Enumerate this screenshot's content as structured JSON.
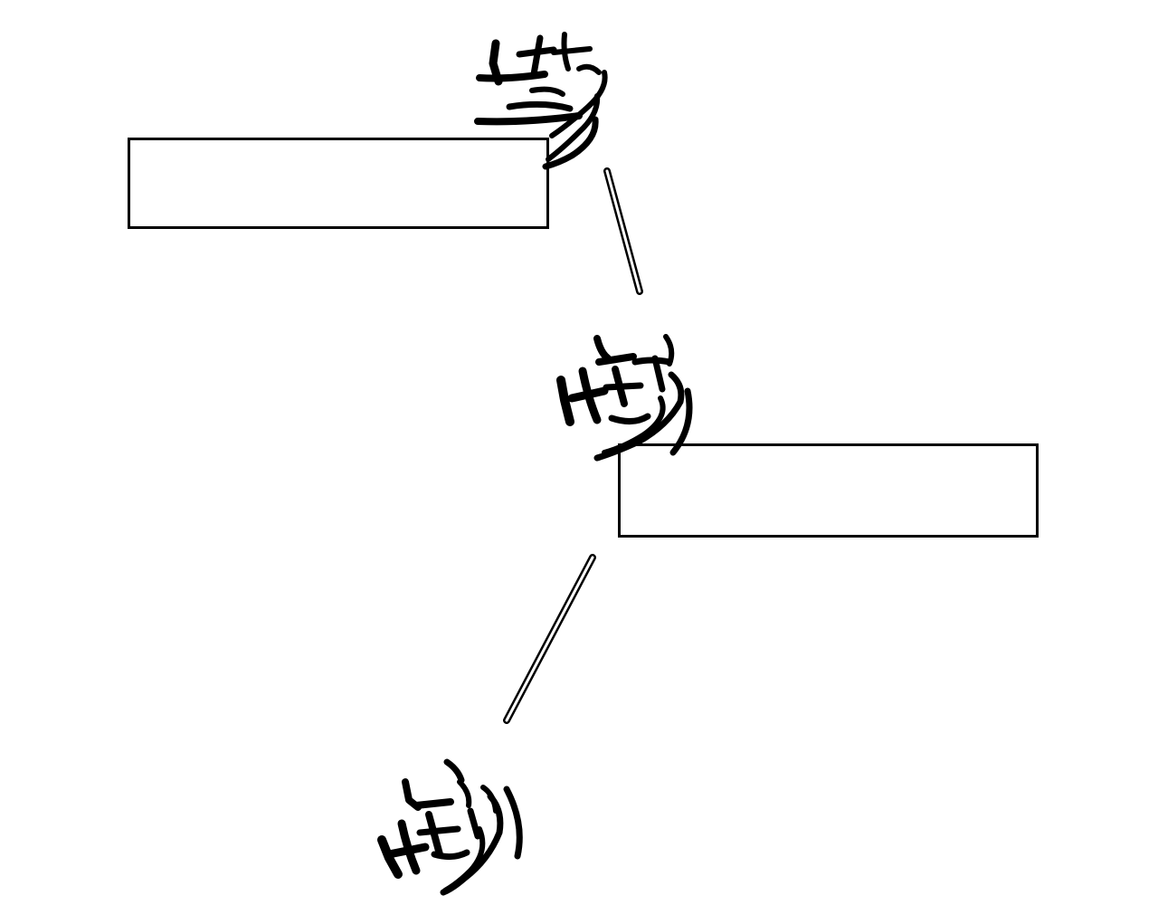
{
  "panel": {
    "background_color": "#ffffff",
    "ink_color": "#000000",
    "line_fill_color": "#ffffff"
  },
  "caption_boxes": [
    {
      "id": "caption-box-1",
      "text": ""
    },
    {
      "id": "caption-box-2",
      "text": ""
    }
  ],
  "sound_effects": [
    {
      "id": "sfx-top",
      "style": "handwritten-calligraphy"
    },
    {
      "id": "sfx-middle",
      "style": "handwritten-calligraphy"
    },
    {
      "id": "sfx-bottom",
      "style": "handwritten-calligraphy"
    }
  ],
  "connector_lines": [
    {
      "id": "connector-line-upper"
    },
    {
      "id": "connector-line-lower"
    }
  ]
}
